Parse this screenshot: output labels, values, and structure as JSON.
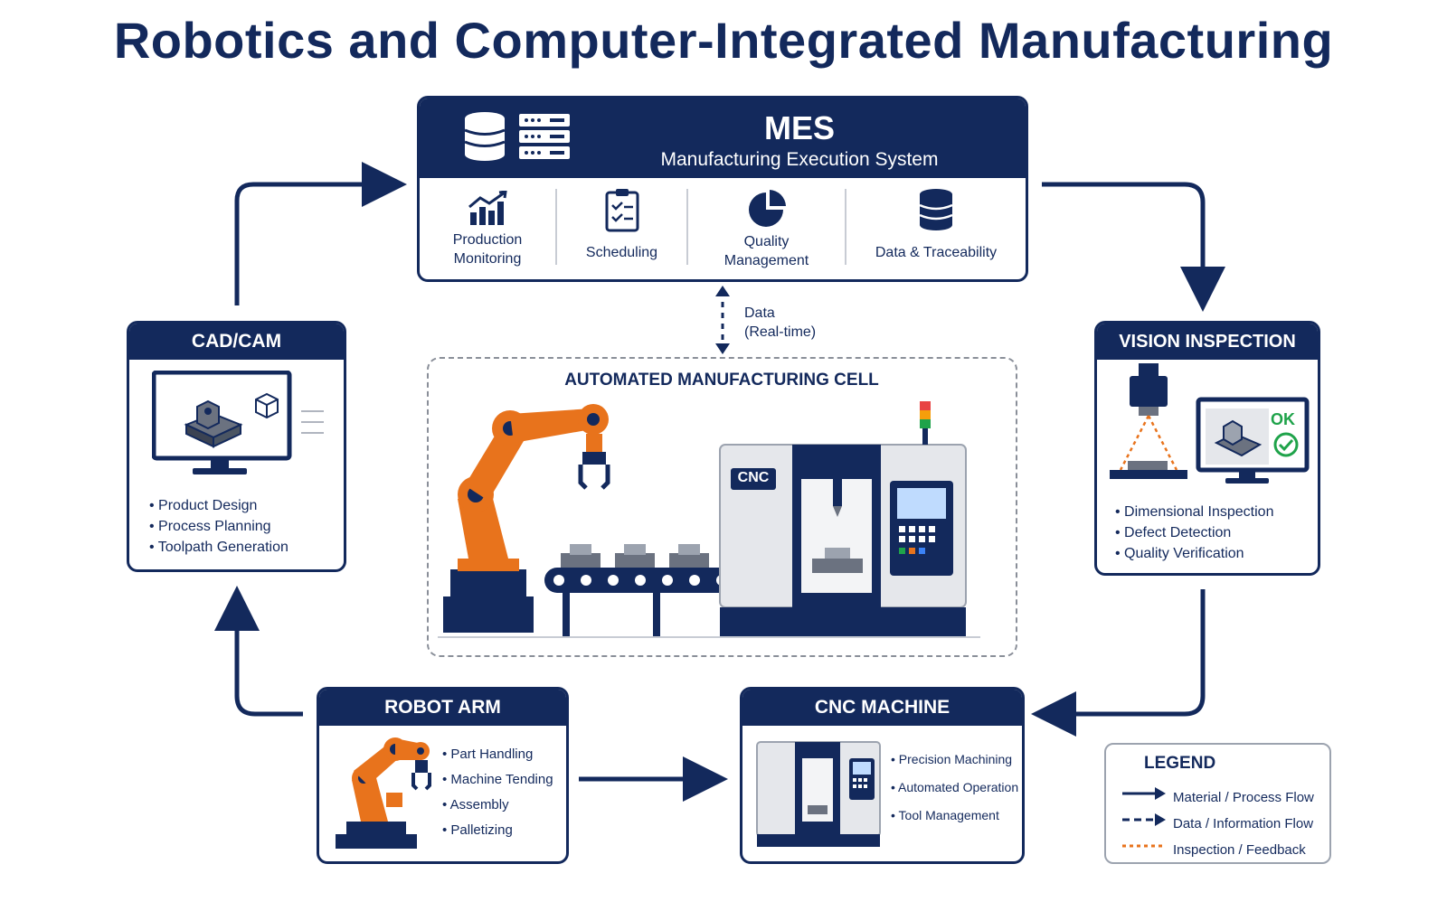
{
  "title": "Robotics and Computer-Integrated Manufacturing",
  "mes": {
    "heading": "MES",
    "subheading": "Manufacturing Execution System",
    "modules": [
      {
        "label_line1": "Production",
        "label_line2": "Monitoring",
        "icon": "bar-chart-icon"
      },
      {
        "label_line1": "Scheduling",
        "label_line2": "",
        "icon": "clipboard-check-icon"
      },
      {
        "label_line1": "Quality",
        "label_line2": "Management",
        "icon": "pie-chart-icon"
      },
      {
        "label_line1": "Data & Traceability",
        "label_line2": "",
        "icon": "database-icon"
      }
    ]
  },
  "data_link": {
    "line1": "Data",
    "line2": "(Real-time)"
  },
  "cell": {
    "title": "AUTOMATED MANUFACTURING CELL",
    "cnc_badge": "CNC"
  },
  "cadcam": {
    "heading": "CAD/CAM",
    "bullets": [
      "Product Design",
      "Process Planning",
      "Toolpath Generation"
    ]
  },
  "vision": {
    "heading": "VISION INSPECTION",
    "ok_label": "OK",
    "bullets": [
      "Dimensional Inspection",
      "Defect Detection",
      "Quality Verification"
    ]
  },
  "robot": {
    "heading": "ROBOT ARM",
    "bullets": [
      "Part Handling",
      "Machine Tending",
      "Assembly",
      "Palletizing"
    ]
  },
  "cnc": {
    "heading": "CNC MACHINE",
    "bullets": [
      "Precision Machining",
      "Automated Operation",
      "Tool Management"
    ]
  },
  "legend": {
    "heading": "LEGEND",
    "items": [
      {
        "label": "Material / Process Flow",
        "style": "solid"
      },
      {
        "label": "Data / Information Flow",
        "style": "dashed"
      },
      {
        "label": "Inspection / Feedback",
        "style": "dotted-orange"
      }
    ]
  },
  "colors": {
    "navy": "#13295c",
    "orange": "#e8731c",
    "gray": "#8a8f99",
    "green": "#1fa34a"
  }
}
